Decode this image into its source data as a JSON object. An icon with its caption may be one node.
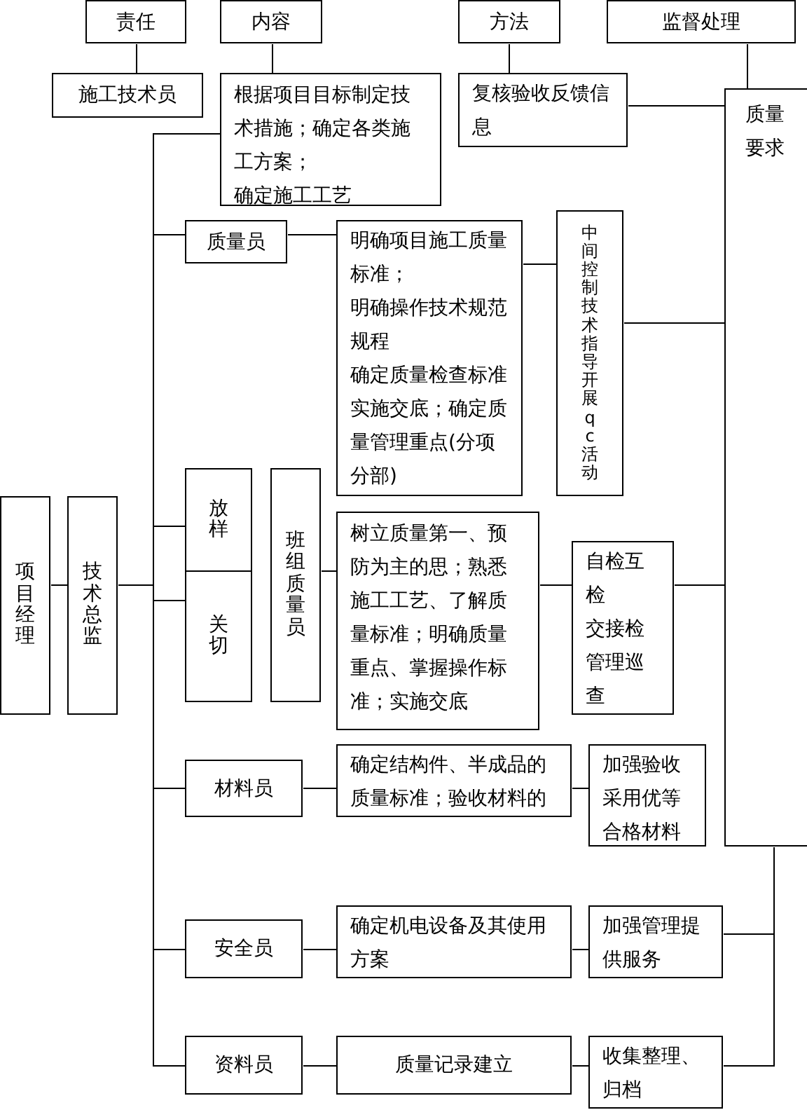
{
  "diagram": {
    "nodes": [
      {
        "text": [
          "责任"
        ]
      },
      {
        "text": [
          "内容"
        ]
      },
      {
        "text": [
          "方法"
        ]
      },
      {
        "text": [
          "监督处理"
        ]
      },
      {
        "text": [
          "施工技术员"
        ]
      },
      {
        "text": [
          "根据项目目标制定技术措施；确定各类施工方案；",
          "确定施工工艺"
        ]
      },
      {
        "text": [
          "复核验收反馈信息"
        ]
      },
      {
        "text": [
          "质量要求"
        ]
      },
      {
        "text": [
          "质量员"
        ]
      },
      {
        "text": [
          "明确项目施工质量标准；",
          "明确操作技术规范规程",
          "确定质量检查标准实施交底；确定质量管理重点(分项分部)"
        ]
      },
      {
        "text": [
          "中间控制技术指导开展qc活动"
        ]
      },
      {
        "text": [
          "项目经理"
        ]
      },
      {
        "text": [
          "技术总监"
        ]
      },
      {
        "text": [
          "放样"
        ]
      },
      {
        "text": [
          "关切"
        ]
      },
      {
        "text": [
          "班组质量员"
        ]
      },
      {
        "text": [
          "树立质量第一、预防为主的思；熟悉施工工艺、了解质量标准；明确质量重点、掌握操作标准；实施交底"
        ]
      },
      {
        "text": [
          "自检互检",
          "交接检",
          "管理巡查"
        ]
      },
      {
        "text": [
          "材料员"
        ]
      },
      {
        "text": [
          "确定结构件、半成品的质量标准；验收材料的"
        ]
      },
      {
        "text": [
          "加强验收采用优等合格材料"
        ]
      },
      {
        "text": [
          "安全员"
        ]
      },
      {
        "text": [
          "确定机电设备及其使用方案"
        ]
      },
      {
        "text": [
          "加强管理提供服务"
        ]
      },
      {
        "text": [
          "资料员"
        ]
      },
      {
        "text": [
          "质量记录建立"
        ]
      },
      {
        "text": [
          "收集整理、归档"
        ]
      }
    ],
    "edges": [
      {
        "from": 0,
        "to": 4,
        "arrow": "none"
      },
      {
        "from": 1,
        "to": 5,
        "arrow": "none"
      },
      {
        "from": 2,
        "to": 6,
        "arrow": "none"
      },
      {
        "from": 3,
        "to": 7,
        "arrow": "none"
      },
      {
        "from": 6,
        "to": 7,
        "arrow": "none"
      },
      {
        "from": 11,
        "to": 12,
        "arrow": "none"
      },
      {
        "from": 12,
        "to": 5,
        "arrow": "none"
      },
      {
        "from": 12,
        "to": 8,
        "arrow": "none"
      },
      {
        "from": 12,
        "to": 13,
        "arrow": "none"
      },
      {
        "from": 12,
        "to": 14,
        "arrow": "none"
      },
      {
        "from": 12,
        "to": 18,
        "arrow": "none"
      },
      {
        "from": 12,
        "to": 21,
        "arrow": "none"
      },
      {
        "from": 12,
        "to": 24,
        "arrow": "none"
      },
      {
        "from": 8,
        "to": 9,
        "arrow": "none"
      },
      {
        "from": 9,
        "to": 10,
        "arrow": "none"
      },
      {
        "from": 10,
        "to": 7,
        "arrow": "none"
      },
      {
        "from": 15,
        "to": 16,
        "arrow": "none"
      },
      {
        "from": 16,
        "to": 17,
        "arrow": "none"
      },
      {
        "from": 17,
        "to": 7,
        "arrow": "none"
      },
      {
        "from": 18,
        "to": 19,
        "arrow": "none"
      },
      {
        "from": 19,
        "to": 20,
        "arrow": "none"
      },
      {
        "from": 21,
        "to": 22,
        "arrow": "none"
      },
      {
        "from": 22,
        "to": 23,
        "arrow": "none"
      },
      {
        "from": 23,
        "to": 7,
        "arrow": "none"
      },
      {
        "from": 24,
        "to": 25,
        "arrow": "none"
      },
      {
        "from": 25,
        "to": 26,
        "arrow": "none"
      },
      {
        "from": 26,
        "to": 7,
        "arrow": "none"
      }
    ]
  }
}
